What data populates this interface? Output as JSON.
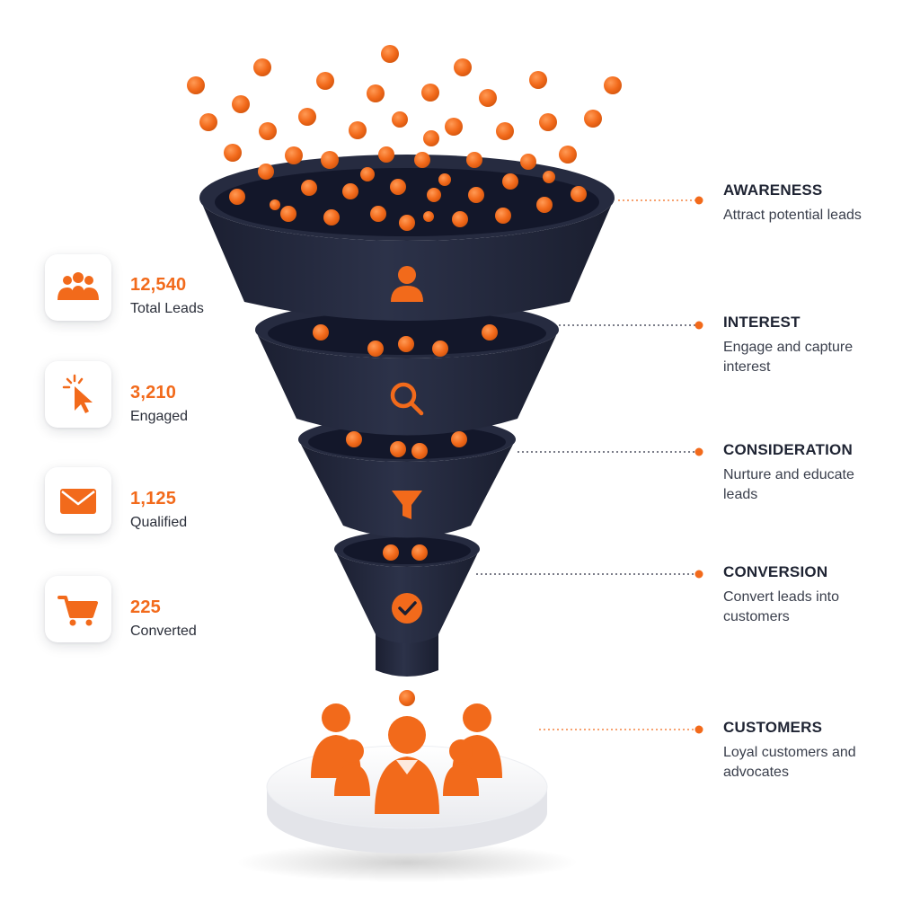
{
  "colors": {
    "accent": "#f26a1b",
    "funnel": "#23283d",
    "funnel_inner": "#161a2a",
    "text_dark": "#1f2433"
  },
  "metrics": [
    {
      "value": "12,540",
      "label": "Total Leads",
      "icon": "users-icon"
    },
    {
      "value": "3,210",
      "label": "Engaged",
      "icon": "cursor-click-icon"
    },
    {
      "value": "1,125",
      "label": "Qualified",
      "icon": "envelope-icon"
    },
    {
      "value": "225",
      "label": "Converted",
      "icon": "cart-icon"
    }
  ],
  "stages": [
    {
      "title": "AWARENESS",
      "description": "Attract potential leads",
      "icon": "user-icon"
    },
    {
      "title": "INTEREST",
      "description": "Engage and capture interest",
      "icon": "search-icon"
    },
    {
      "title": "CONSIDERATION",
      "description": "Nurture and educate leads",
      "icon": "filter-icon"
    },
    {
      "title": "CONVERSION",
      "description": "Convert leads into customers",
      "icon": "check-circle-icon"
    },
    {
      "title": "CUSTOMERS",
      "description": "Loyal customers and advocates",
      "icon": "customers-group-icon"
    }
  ]
}
